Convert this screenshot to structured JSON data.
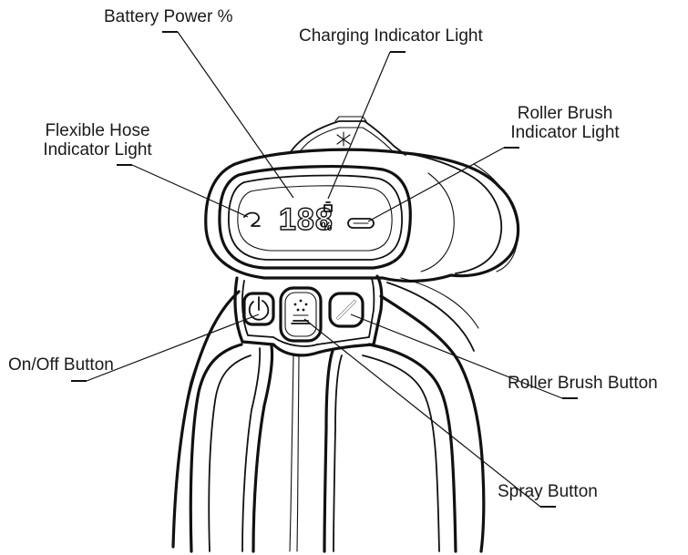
{
  "labels": {
    "battery_power": "Battery Power %",
    "charging_indicator": "Charging Indicator Light",
    "flexible_hose_line1": "Flexible Hose",
    "flexible_hose_line2": "Indicator Light",
    "roller_brush_indicator_line1": "Roller Brush",
    "roller_brush_indicator_line2": "Indicator Light",
    "on_off_button": "On/Off Button",
    "roller_brush_button": "Roller Brush Button",
    "spray_button": "Spray Button"
  },
  "display": {
    "battery_digits": "188",
    "percent_symbol": "%"
  },
  "colors": {
    "line": "#111111",
    "text": "#1a1a1a",
    "background": "#ffffff"
  },
  "icons": [
    "power-icon",
    "spray-icon",
    "roller-brush-icon",
    "flexible-hose-icon",
    "charging-icon",
    "brush-cap-icon"
  ]
}
